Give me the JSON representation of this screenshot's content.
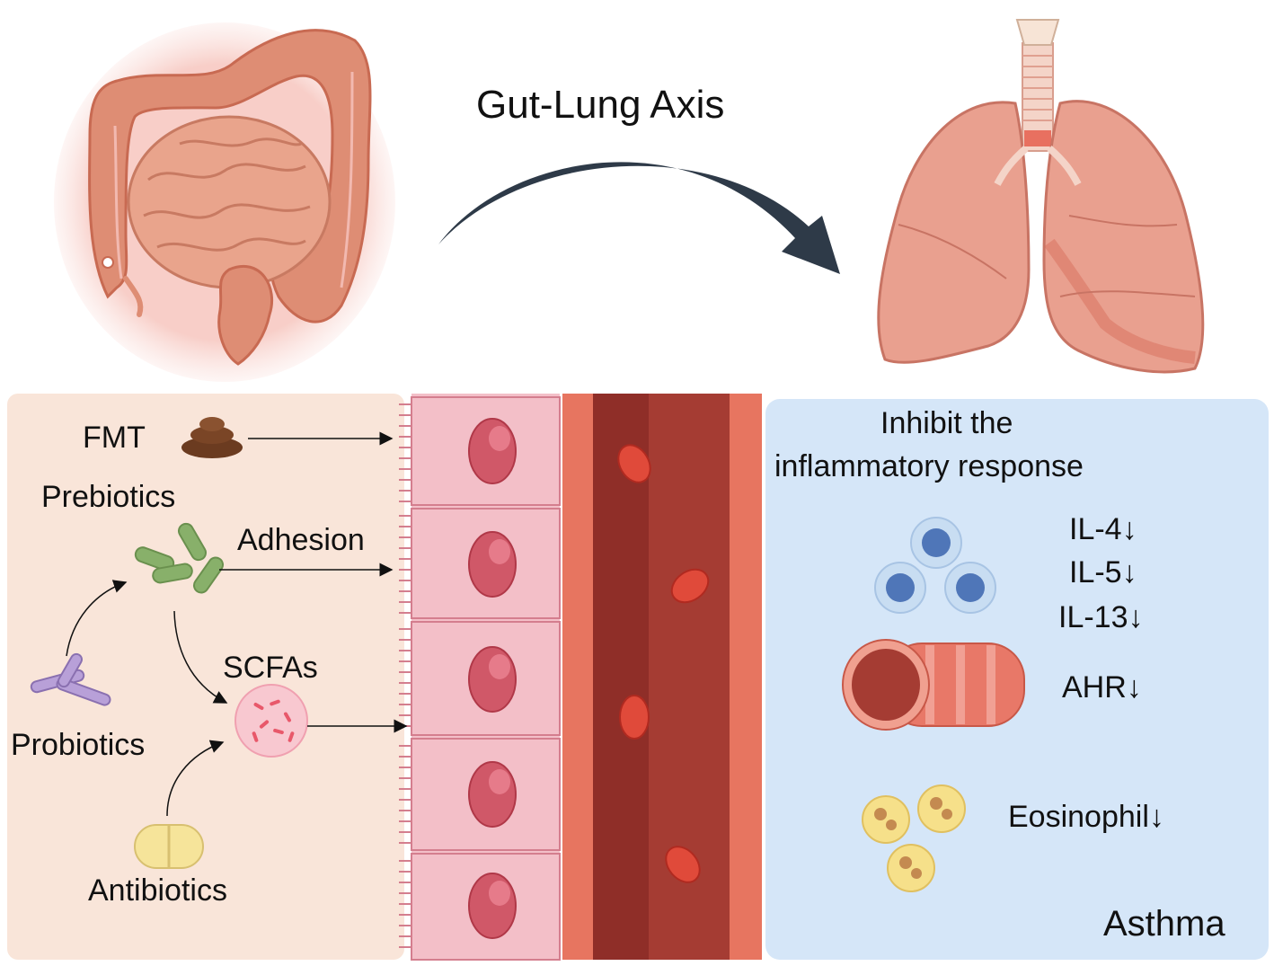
{
  "title": "Gut-Lung Axis",
  "left_panel": {
    "fmt": "FMT",
    "prebiotics": "Prebiotics",
    "adhesion": "Adhesion",
    "scfas": "SCFAs",
    "probiotics": "Probiotics",
    "antibiotics": "Antibiotics"
  },
  "right_panel": {
    "heading_line1": "Inhibit the",
    "heading_line2": "inflammatory response",
    "il4": "IL-4↓",
    "il5": "IL-5↓",
    "il13": "IL-13↓",
    "ahr": "AHR↓",
    "eosinophil": "Eosinophil↓",
    "disease": "Asthma"
  },
  "colors": {
    "left_panel_bg": "#f9e5d9",
    "right_panel_bg": "#d5e6f8",
    "arrow": "#2e3a48",
    "vessel_wall": "#e77560",
    "vessel_lumen": "#8f2e28",
    "cell_pink": "#f3bfc8",
    "nucleus": "#d05868",
    "lung": "#e9a08f",
    "gut": "#de8d74"
  },
  "icons": [
    "intestine-icon",
    "lung-icon",
    "stool-icon",
    "bacteria-icon",
    "probiotic-icon",
    "scfa-icon",
    "pill-icon",
    "lymphocyte-icon",
    "airway-icon",
    "eosinophil-icon",
    "red-blood-cell-icon"
  ]
}
